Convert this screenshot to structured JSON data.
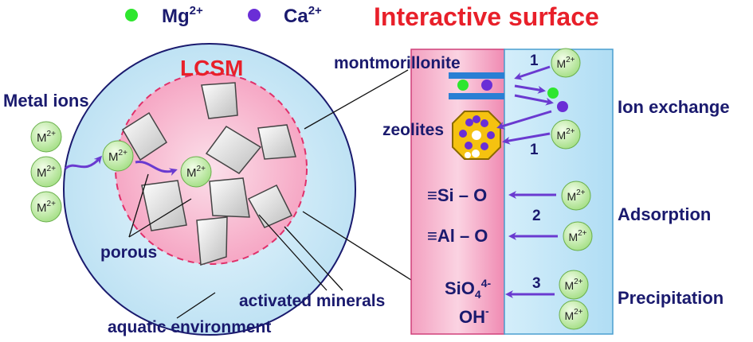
{
  "legend": {
    "mg_label": "Mg",
    "mg_charge": "2+",
    "ca_label": "Ca",
    "ca_charge": "2+"
  },
  "title": "Interactive surface",
  "lcsm_label": "LCSM",
  "metal_ions_label": "Metal ions",
  "ion_symbol": "M",
  "ion_charge": "2+",
  "porous_label": "porous",
  "activated_minerals_label": "activated minerals",
  "aquatic_environment_label": "aquatic environment",
  "surface": {
    "montmorillonite_label": "montmorillonite",
    "zeolites_label": "zeolites",
    "si_o_label": "≡Si – O",
    "al_o_label": "≡Al – O",
    "sio4_main": "SiO",
    "sio4_sub": "4",
    "sio4_sup": "4-",
    "oh_main": "OH",
    "oh_sup": "-"
  },
  "mechanisms": {
    "step1_top": "1",
    "step1_bottom": "1",
    "step2": "2",
    "step3": "3",
    "ion_exchange_label": "Ion exchange",
    "adsorption_label": "Adsorption",
    "precipitation_label": "Precipitation"
  },
  "colors": {
    "mg": "#2ee62e",
    "ca": "#6a2ed6",
    "title_red": "#e8202a",
    "navy": "#1a1a6e",
    "arrow": "#6a3ad0",
    "pink": "#f07aa8",
    "light_blue": "#bfe4f6",
    "ion_green": "#c8f0b0"
  }
}
